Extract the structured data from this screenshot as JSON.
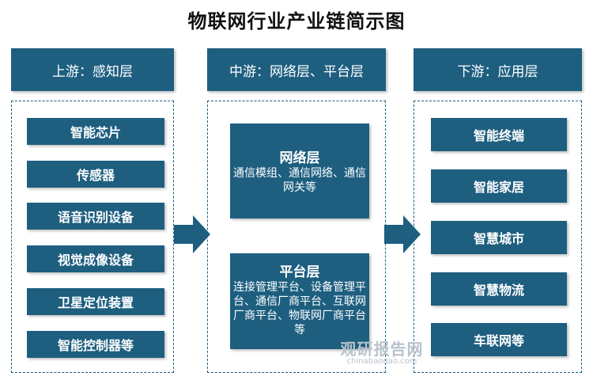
{
  "title": "物联网行业产业链简示图",
  "upstream": {
    "header": "上游：感知层",
    "items": [
      "智能芯片",
      "传感器",
      "语音识别设备",
      "视觉成像设备",
      "卫星定位装置",
      "智能控制器等"
    ]
  },
  "midstream": {
    "header": "中游：网络层、平台层",
    "network": {
      "title": "网络层",
      "desc": "通信模组、通信网络、通信网关等"
    },
    "platform": {
      "title": "平台层",
      "desc": "连接管理平台、设备管理平台、通信厂商平台、互联网厂商平台、物联网厂商平台等"
    }
  },
  "downstream": {
    "header": "下游：应用层",
    "items": [
      "智能终端",
      "智能家居",
      "智慧城市",
      "智慧物流",
      "车联网等"
    ]
  },
  "colors": {
    "primary": "#1e5f80",
    "watermark": "#b9c3cc"
  },
  "watermark": {
    "name": "观研报告网",
    "url": "chinabaogao.com"
  }
}
